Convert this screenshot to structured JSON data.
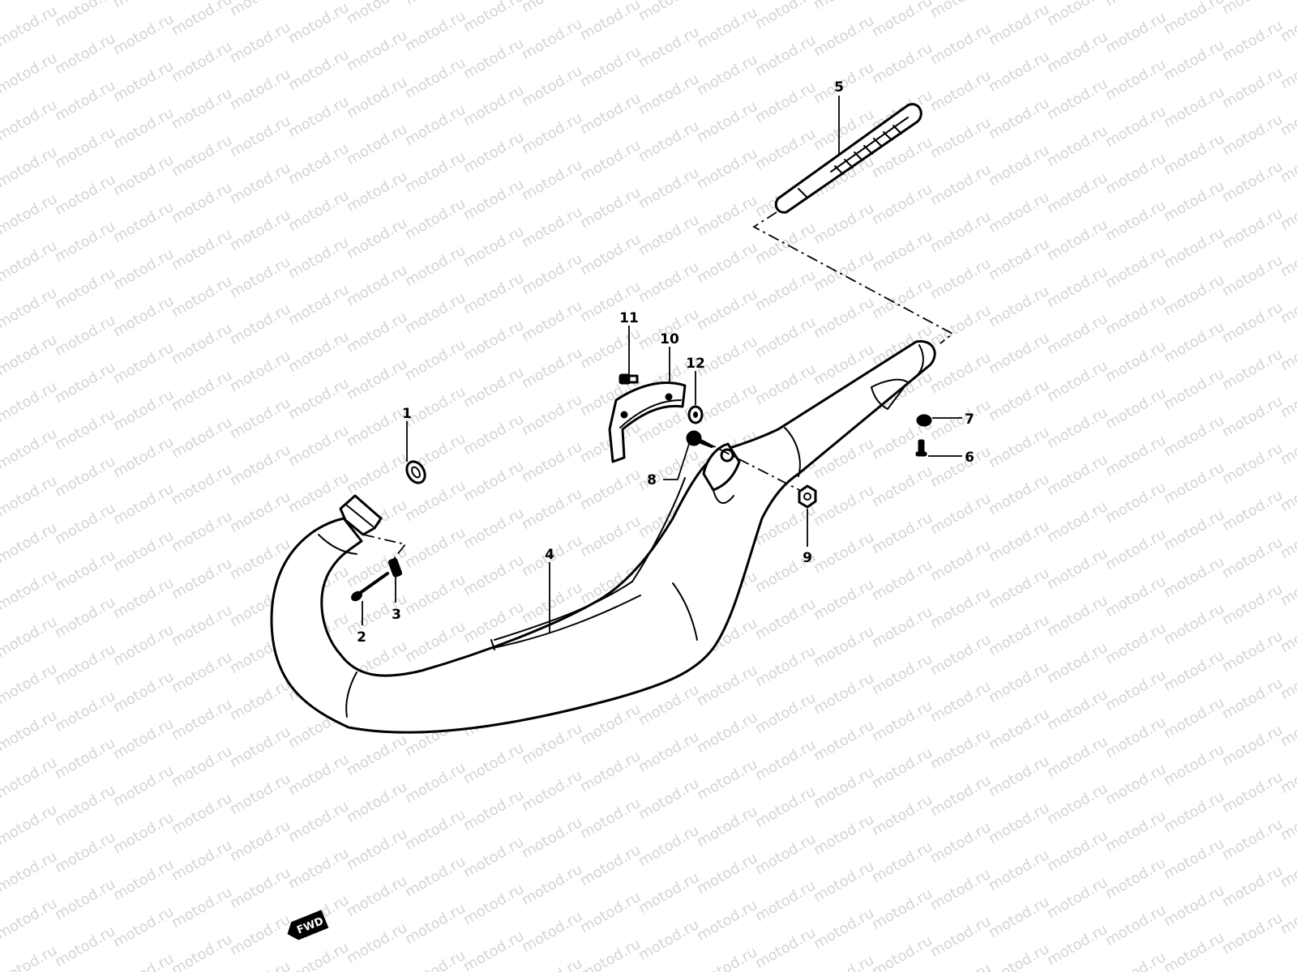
{
  "watermark": {
    "text": "motod.ru",
    "color": "#d4d4d4"
  },
  "callouts": [
    "1",
    "2",
    "3",
    "4",
    "5",
    "6",
    "7",
    "8",
    "9",
    "10",
    "11",
    "12"
  ],
  "fwd_label": "FWD"
}
